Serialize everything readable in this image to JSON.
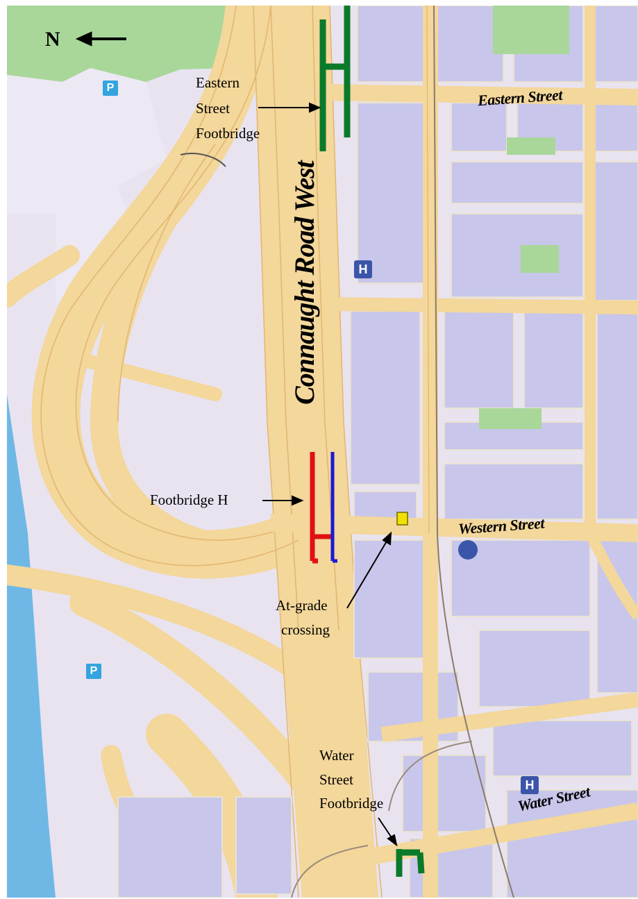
{
  "north": {
    "letter": "N",
    "icon": "arrow-left-icon"
  },
  "road": {
    "name": "Connaught Road West"
  },
  "streets": {
    "eastern": "Eastern Street",
    "western": "Western Street",
    "water": "Water Street"
  },
  "callouts": {
    "eastern_footbridge": [
      "Eastern",
      "Street",
      "Footbridge"
    ],
    "footbridge_h": "Footbridge H",
    "at_grade": [
      "At-grade",
      "crossing"
    ],
    "water_footbridge": [
      "Water",
      "Street",
      "Footbridge"
    ]
  },
  "markers": {
    "parking": "P",
    "hospital": "H"
  },
  "colors": {
    "road": "#f3d79b",
    "road_edge": "#e2b56f",
    "block": "#c8c6ea",
    "park": "#a9d79a",
    "sea": "#6fb8e6",
    "footbridge_green": "#0a7a2a",
    "footbridge_red": "#e01010",
    "footbridge_blue": "#1a1ad6",
    "crossing_yellow": "#f2e100"
  }
}
